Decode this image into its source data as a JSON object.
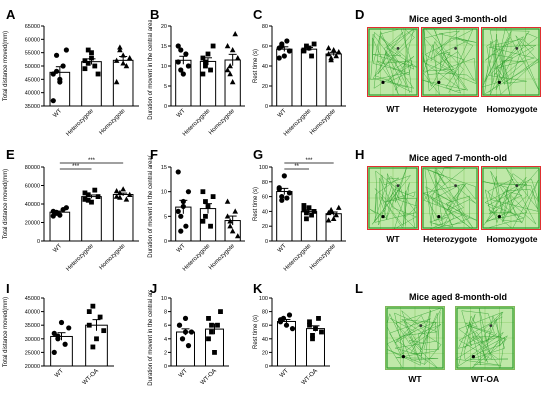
{
  "colors": {
    "cell_bg": "#bfe8a8",
    "cell_grid": "#9ed47c",
    "path": "#2ea02e",
    "red_border": "#e03030",
    "black": "#000000"
  },
  "panels": {
    "a": "A",
    "b": "B",
    "c": "C",
    "d": "D",
    "e": "E",
    "f": "F",
    "g": "G",
    "h": "H",
    "i": "I",
    "j": "J",
    "k": "K",
    "l": "L"
  },
  "ylabels": {
    "dist": "Total distance moved(mm)",
    "dur": "Duration of movent in the central area(s)",
    "rest": "Rest time (s)"
  },
  "groups": {
    "wt": "WT",
    "het": "Heterozygote",
    "hom": "Homozygote",
    "wtoa": "WT-OA"
  },
  "sig": {
    "s3": "***",
    "s2": "**"
  },
  "row1": {
    "title": "Mice aged 3-month-old"
  },
  "row2": {
    "title": "Mice aged 7-month-old"
  },
  "row3": {
    "title": "Mice aged 8-month-old"
  },
  "chart_data": [
    {
      "panel": "A",
      "type": "scatter",
      "ylabel": "Total distance moved(mm)",
      "ylim": [
        35000,
        65000
      ],
      "yticks": [
        35000,
        40000,
        45000,
        50000,
        55000,
        60000,
        65000
      ],
      "categories": [
        "WT",
        "Heterozygote",
        "Homozygote"
      ],
      "series": [
        {
          "values": [
            47000,
            54000,
            44000,
            50000,
            56000,
            37000,
            48000,
            45000
          ]
        },
        {
          "values": [
            49000,
            51000,
            55000,
            50000,
            47000,
            52000,
            56000,
            53000
          ]
        },
        {
          "values": [
            52000,
            56000,
            54000,
            50000,
            53000,
            44000,
            57000,
            51000
          ]
        }
      ]
    },
    {
      "panel": "B",
      "type": "scatter",
      "ylabel": "Duration of movent in the central area(s)",
      "ylim": [
        0,
        20
      ],
      "yticks": [
        0,
        5,
        10,
        15,
        20
      ],
      "categories": [
        "WT",
        "Heterozygote",
        "Homozygote"
      ],
      "series": [
        {
          "values": [
            11,
            14,
            8,
            13,
            10,
            15,
            9
          ]
        },
        {
          "values": [
            12,
            10,
            13,
            9,
            15,
            8,
            11
          ]
        },
        {
          "values": [
            15,
            10,
            6,
            18,
            12,
            9,
            8,
            14
          ]
        }
      ]
    },
    {
      "panel": "C",
      "type": "scatter",
      "ylabel": "Rest time (s)",
      "ylim": [
        0,
        80
      ],
      "yticks": [
        0,
        20,
        40,
        60,
        80
      ],
      "categories": [
        "WT",
        "Heterozygote",
        "Homozygote"
      ],
      "series": [
        {
          "values": [
            58,
            62,
            50,
            65,
            55,
            48,
            60
          ]
        },
        {
          "values": [
            55,
            60,
            58,
            50,
            62,
            56
          ]
        },
        {
          "values": [
            52,
            48,
            56,
            50,
            54,
            58,
            46
          ]
        }
      ]
    },
    {
      "panel": "E",
      "type": "scatter",
      "ylabel": "Total distance moved(mm)",
      "ylim": [
        0,
        80000
      ],
      "yticks": [
        0,
        20000,
        40000,
        60000,
        80000
      ],
      "categories": [
        "WT",
        "Heterozygote",
        "Homozygote"
      ],
      "annotations": [
        "***",
        "***"
      ],
      "series": [
        {
          "values": [
            32000,
            30000,
            28000,
            34000,
            36000,
            27000,
            31000
          ]
        },
        {
          "values": [
            45000,
            50000,
            42000,
            55000,
            48000,
            52000,
            44000
          ]
        },
        {
          "values": [
            48000,
            52000,
            56000,
            45000,
            50000,
            54000,
            47000
          ]
        }
      ]
    },
    {
      "panel": "F",
      "type": "scatter",
      "ylabel": "Duration of movent in the central area(s)",
      "ylim": [
        0,
        15
      ],
      "yticks": [
        0,
        5,
        10,
        15
      ],
      "categories": [
        "WT",
        "Heterozygote",
        "Homozygote"
      ],
      "series": [
        {
          "values": [
            14,
            5,
            8,
            3,
            10,
            6,
            2,
            7
          ]
        },
        {
          "values": [
            10,
            5,
            7,
            3,
            9,
            4,
            8
          ]
        },
        {
          "values": [
            8,
            4,
            2,
            6,
            1,
            5,
            3
          ]
        }
      ]
    },
    {
      "panel": "G",
      "type": "scatter",
      "ylabel": "Rest time (s)",
      "ylim": [
        0,
        100
      ],
      "yticks": [
        0,
        20,
        40,
        60,
        80,
        100
      ],
      "categories": [
        "WT",
        "Heterozygote",
        "Homozygote"
      ],
      "annotations": [
        "**",
        "***"
      ],
      "series": [
        {
          "values": [
            72,
            60,
            88,
            58,
            65,
            70,
            55
          ]
        },
        {
          "values": [
            42,
            38,
            45,
            35,
            40,
            48,
            30
          ]
        },
        {
          "values": [
            38,
            42,
            30,
            35,
            45,
            28,
            40
          ]
        }
      ]
    },
    {
      "panel": "I",
      "type": "scatter",
      "ylabel": "Total distance moved(mm)",
      "ylim": [
        20000,
        45000
      ],
      "yticks": [
        20000,
        25000,
        30000,
        35000,
        40000,
        45000
      ],
      "categories": [
        "WT",
        "WT-OA"
      ],
      "series": [
        {
          "values": [
            32000,
            30000,
            36000,
            28000,
            34000,
            25000,
            31000
          ]
        },
        {
          "values": [
            35000,
            42000,
            30000,
            38000,
            33000,
            40000,
            27000
          ]
        }
      ]
    },
    {
      "panel": "J",
      "type": "scatter",
      "ylabel": "Duration of movent in the central area(s)",
      "ylim": [
        0,
        10
      ],
      "yticks": [
        0,
        2,
        4,
        6,
        8,
        10
      ],
      "categories": [
        "WT",
        "WT-OA"
      ],
      "series": [
        {
          "values": [
            6,
            4,
            7,
            3,
            5,
            6,
            4,
            5
          ]
        },
        {
          "values": [
            7,
            5,
            2,
            6,
            8,
            4,
            6
          ]
        }
      ]
    },
    {
      "panel": "K",
      "type": "scatter",
      "ylabel": "Rest time (s)",
      "ylim": [
        0,
        100
      ],
      "yticks": [
        0,
        20,
        40,
        60,
        80,
        100
      ],
      "categories": [
        "WT",
        "WT-OA"
      ],
      "series": [
        {
          "values": [
            65,
            70,
            60,
            75,
            55,
            68
          ]
        },
        {
          "values": [
            60,
            40,
            55,
            70,
            50,
            65,
            45
          ]
        }
      ]
    }
  ]
}
